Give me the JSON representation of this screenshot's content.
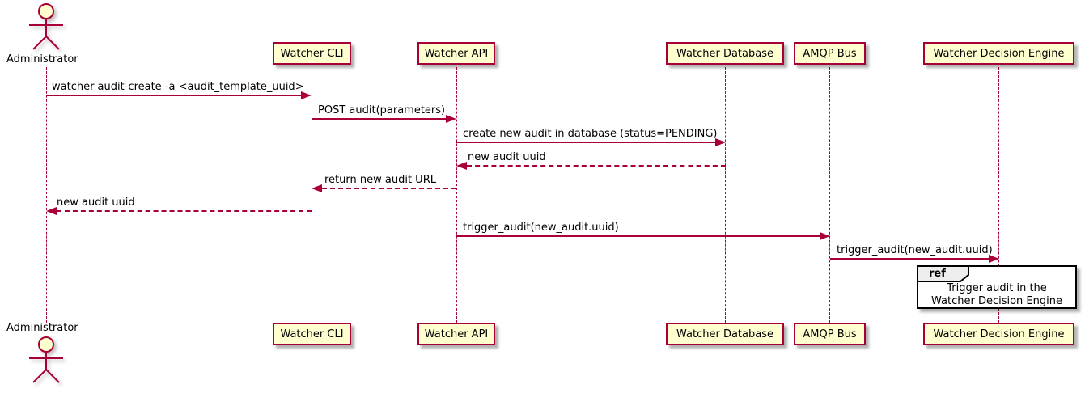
{
  "diagram": {
    "type": "sequence",
    "actor": {
      "label": "Administrator"
    },
    "participants": [
      {
        "label": "Watcher CLI"
      },
      {
        "label": "Watcher API"
      },
      {
        "label": "Watcher Database"
      },
      {
        "label": "AMQP Bus"
      },
      {
        "label": "Watcher Decision Engine"
      }
    ],
    "messages": [
      {
        "label": "watcher audit-create -a <audit_template_uuid>",
        "from": "Administrator",
        "to": "Watcher CLI",
        "line": "solid"
      },
      {
        "label": "POST audit(parameters)",
        "from": "Watcher CLI",
        "to": "Watcher API",
        "line": "solid"
      },
      {
        "label": "create new audit in database (status=PENDING)",
        "from": "Watcher API",
        "to": "Watcher Database",
        "line": "solid"
      },
      {
        "label": "new audit uuid",
        "from": "Watcher Database",
        "to": "Watcher API",
        "line": "dashed"
      },
      {
        "label": "return new audit URL",
        "from": "Watcher API",
        "to": "Watcher CLI",
        "line": "dashed"
      },
      {
        "label": "new audit uuid",
        "from": "Watcher CLI",
        "to": "Administrator",
        "line": "dashed"
      },
      {
        "label": "trigger_audit(new_audit.uuid)",
        "from": "Watcher API",
        "to": "AMQP Bus",
        "line": "solid"
      },
      {
        "label": "trigger_audit(new_audit.uuid)",
        "from": "AMQP Bus",
        "to": "Watcher Decision Engine",
        "line": "solid"
      }
    ],
    "ref": {
      "keyword": "ref",
      "line1": "Trigger audit in the",
      "line2": "Watcher Decision Engine"
    },
    "colors": {
      "box_fill": "#FEFECE",
      "box_border": "#A80036",
      "line_color": "#A80036",
      "text_color": "#000000",
      "ref_header_fill": "#EEEEEE",
      "ref_border": "#000000"
    }
  }
}
